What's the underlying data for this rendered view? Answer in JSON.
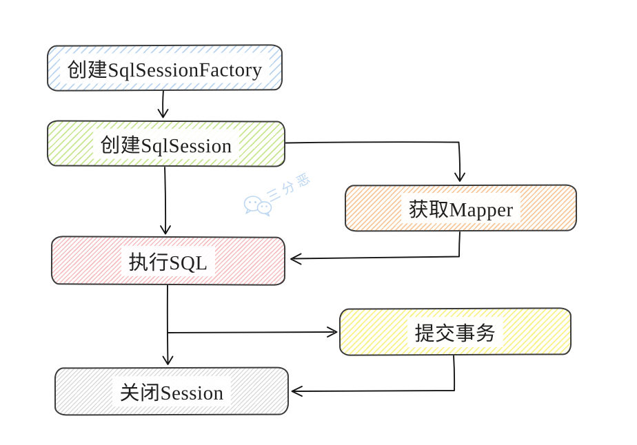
{
  "diagram": {
    "type": "flowchart",
    "stroke_color": "#3a3a3a",
    "arrow_color": "#141414",
    "nodes": [
      {
        "id": "create-sqlsessionfactory",
        "label": "创建SqlSessionFactory",
        "hatch_color": "#b9d4f0"
      },
      {
        "id": "create-sqlsession",
        "label": "创建SqlSession",
        "hatch_color": "#c8e591"
      },
      {
        "id": "get-mapper",
        "label": "获取Mapper",
        "hatch_color": "#f8c79a"
      },
      {
        "id": "execute-sql",
        "label": "执行SQL",
        "hatch_color": "#f6bcbe"
      },
      {
        "id": "commit-transaction",
        "label": "提交事务",
        "hatch_color": "#f9f286"
      },
      {
        "id": "close-session",
        "label": "关闭Session",
        "hatch_color": "#dadada"
      }
    ],
    "edges": [
      {
        "from": "create-sqlsessionfactory",
        "to": "create-sqlsession"
      },
      {
        "from": "create-sqlsession",
        "to": "get-mapper"
      },
      {
        "from": "create-sqlsession",
        "to": "execute-sql"
      },
      {
        "from": "get-mapper",
        "to": "execute-sql"
      },
      {
        "from": "execute-sql",
        "to": "commit-transaction"
      },
      {
        "from": "execute-sql",
        "to": "close-session"
      },
      {
        "from": "commit-transaction",
        "to": "close-session"
      }
    ],
    "watermark": {
      "text": "三分恶",
      "icon": "wechat-icon",
      "color": "#bdd7f2"
    }
  }
}
